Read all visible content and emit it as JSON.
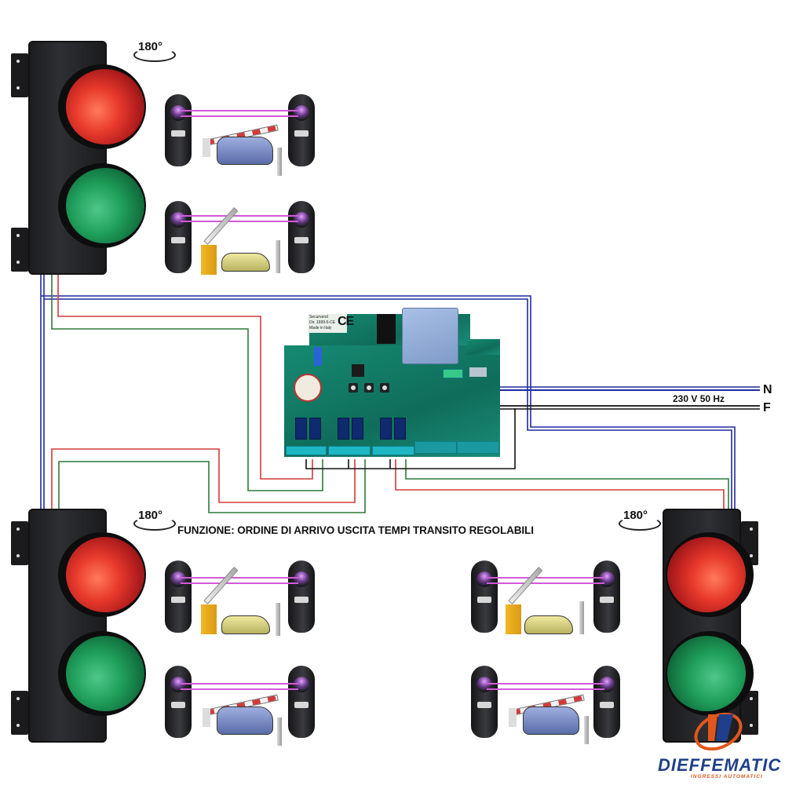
{
  "diagram": {
    "title": "FUNZIONE: ORDINE DI ARRIVO USCITA TEMPI TRANSITO REGOLABILI",
    "power": {
      "label": "230 V 50 Hz",
      "neutral": "N",
      "phase": "F"
    },
    "traffic_lights": [
      {
        "id": "top-left",
        "rotation_label": "180°",
        "lamps": [
          "red",
          "green"
        ]
      },
      {
        "id": "bottom-left",
        "rotation_label": "180°",
        "lamps": [
          "red",
          "green"
        ]
      },
      {
        "id": "bottom-right",
        "rotation_label": "180°",
        "lamps": [
          "red",
          "green"
        ]
      }
    ],
    "photocell_groups": [
      {
        "id": "top-left-1",
        "scene": "car-under-barrier"
      },
      {
        "id": "top-left-2",
        "scene": "raised-barrier-sportscar"
      },
      {
        "id": "bottom-left-1",
        "scene": "raised-barrier-sportscar"
      },
      {
        "id": "bottom-left-2",
        "scene": "car-under-barrier"
      },
      {
        "id": "bottom-right-1",
        "scene": "raised-barrier-sportscar"
      },
      {
        "id": "bottom-right-2",
        "scene": "car-under-barrier"
      }
    ],
    "control_board": {
      "label_lines": [
        "Securvend",
        "Dir. 1999-5-CE",
        "Made in Italy"
      ],
      "mark": "CE"
    },
    "wire_colors": {
      "blue": "#1f2a9e",
      "red": "#d23a3a",
      "green": "#2f7a3a",
      "black": "#111111"
    },
    "brand": {
      "name": "DIEFFEMATIC",
      "tagline": "INGRESSI AUTOMATICI",
      "primary_color": "#1f3f8a",
      "accent_color": "#e2571d"
    }
  }
}
